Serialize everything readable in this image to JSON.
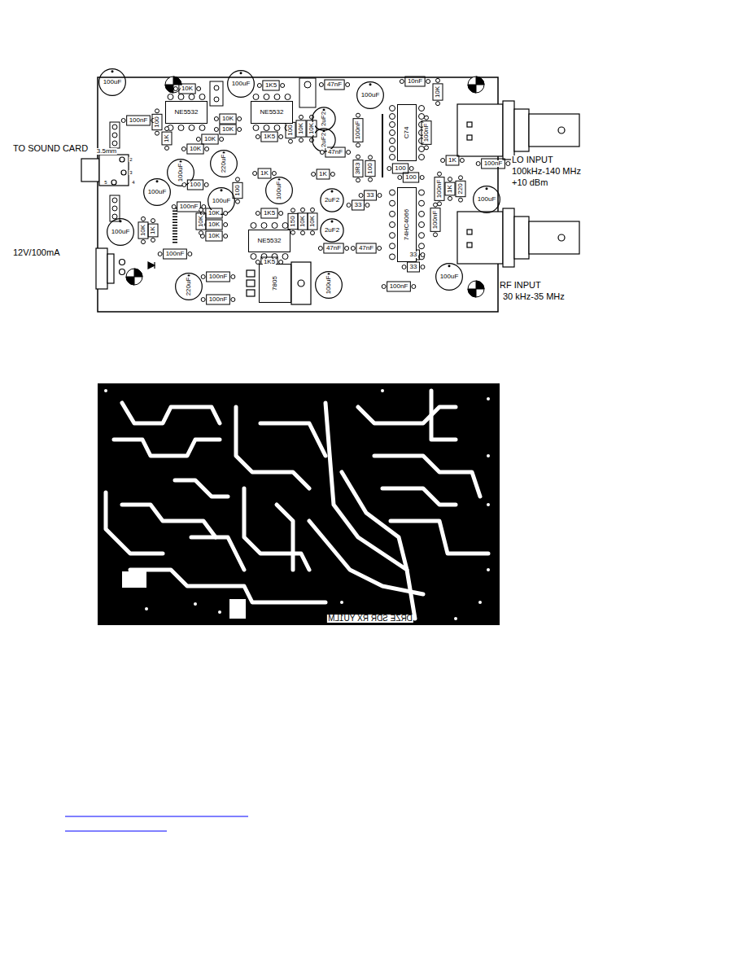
{
  "diagram": {
    "nodes": [
      {
        "text": [
          "NE5532"
        ]
      },
      {
        "text": [
          "NE5532"
        ]
      },
      {
        "text": [
          "C74"
        ]
      },
      {
        "text": [
          "74HC4066"
        ]
      },
      {
        "text": [
          "NE5532"
        ]
      },
      {
        "text": [
          "7805"
        ]
      }
    ],
    "labels": [
      "TO SOUND CARD",
      "12V/100mA",
      "LO INPUT",
      "100kHz-140 MHz",
      "+10 dBm",
      "RF INPUT",
      "30 kHz-35 MHz",
      "DRZE SDR RX YU1LM",
      "100uF",
      "100nF",
      "10K",
      "100uF",
      "1K5",
      "100",
      "10K",
      "10K",
      "1K",
      "10K",
      "10K",
      "1K5",
      "100",
      "10K",
      "10K",
      "47nF",
      "100uF",
      "2uF2",
      "2uF2",
      "47nF",
      "100nF",
      "10nF",
      "10K",
      "100nF",
      "3.5mm",
      "220uF",
      "100uF",
      "1K",
      "1K",
      "100",
      "100",
      "100uF",
      "100uF",
      "100nF",
      "100uF",
      "2uF2",
      "33",
      "33",
      "3R3",
      "100",
      "100",
      "100",
      "1K",
      "100nF",
      "100nF",
      "1K",
      "220",
      "100uF",
      "100nF",
      "10K",
      "10K",
      "10K",
      "1K5",
      "150",
      "10K",
      "10K",
      "2uF2",
      "47nF",
      "47nF",
      "100uF",
      "10K",
      "1K",
      "10K",
      "100nF",
      "1K5",
      "33",
      "33",
      "100nF",
      "100uF",
      "220uF",
      "100nF",
      "100nF",
      "100uF",
      "2",
      "3",
      "4",
      "5"
    ]
  }
}
